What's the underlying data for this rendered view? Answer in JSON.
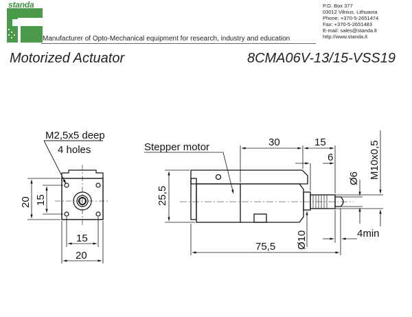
{
  "header": {
    "brand": "standa",
    "tagline": "Manufacturer of Opto-Mechanical equipment for research, industry and education",
    "address_lines": [
      "P.O. Box 377",
      "03012 Vilnius, Lithuania",
      "Phone: +370-5-2651474",
      "Fax: +370-5-2651483",
      "E-mail: sales@standa.lt",
      "http://www.standa.lt"
    ],
    "brand_color": "#3f8f3f"
  },
  "title": {
    "product": "Motorized Actuator",
    "model": "8CMA06V-13/15-VSS19"
  },
  "drawing": {
    "front_view": {
      "note_line1": "M2,5x5 deep",
      "note_line2": "4 holes",
      "dim_height_outer": "20",
      "dim_height_inner": "15",
      "dim_width_inner": "15",
      "dim_width_outer": "20"
    },
    "side_view": {
      "label_motor": "Stepper motor",
      "dim_30": "30",
      "dim_15": "15",
      "dim_6": "6",
      "dim_dia6": "Ø6",
      "dim_thread": "M10x0,5",
      "dim_height": "25,5",
      "dim_dia10": "Ø10",
      "dim_4min": "4min",
      "dim_length": "75,5"
    }
  }
}
